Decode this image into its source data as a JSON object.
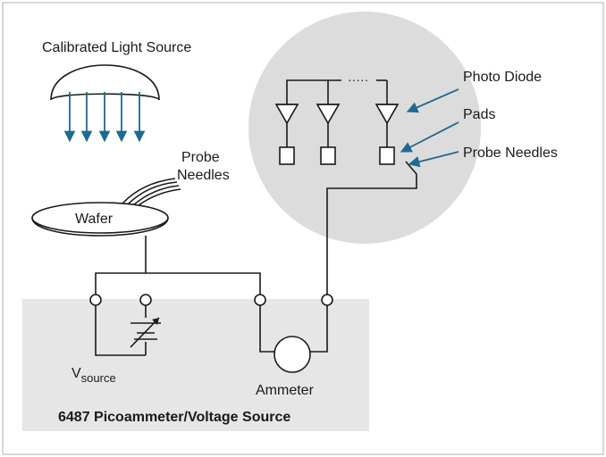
{
  "labels": {
    "light_source": "Calibrated Light Source",
    "probe_needles_left_line1": "Probe",
    "probe_needles_left_line2": "Needles",
    "wafer": "Wafer",
    "photo_diode": "Photo Diode",
    "pads": "Pads",
    "probe_needles_right": "Probe Needles",
    "ammeter": "Ammeter",
    "vsource_main": "V",
    "vsource_sub": "source",
    "instrument": "6487 Picoammeter/Voltage Source",
    "ellipsis": "·····"
  },
  "colors": {
    "frame": "#bfbfbf",
    "instrument_panel": "#e6e6e6",
    "zoom_circle": "#dcdcdc",
    "arrows": "#1f6a8f",
    "ink": "#1a1a1a"
  }
}
